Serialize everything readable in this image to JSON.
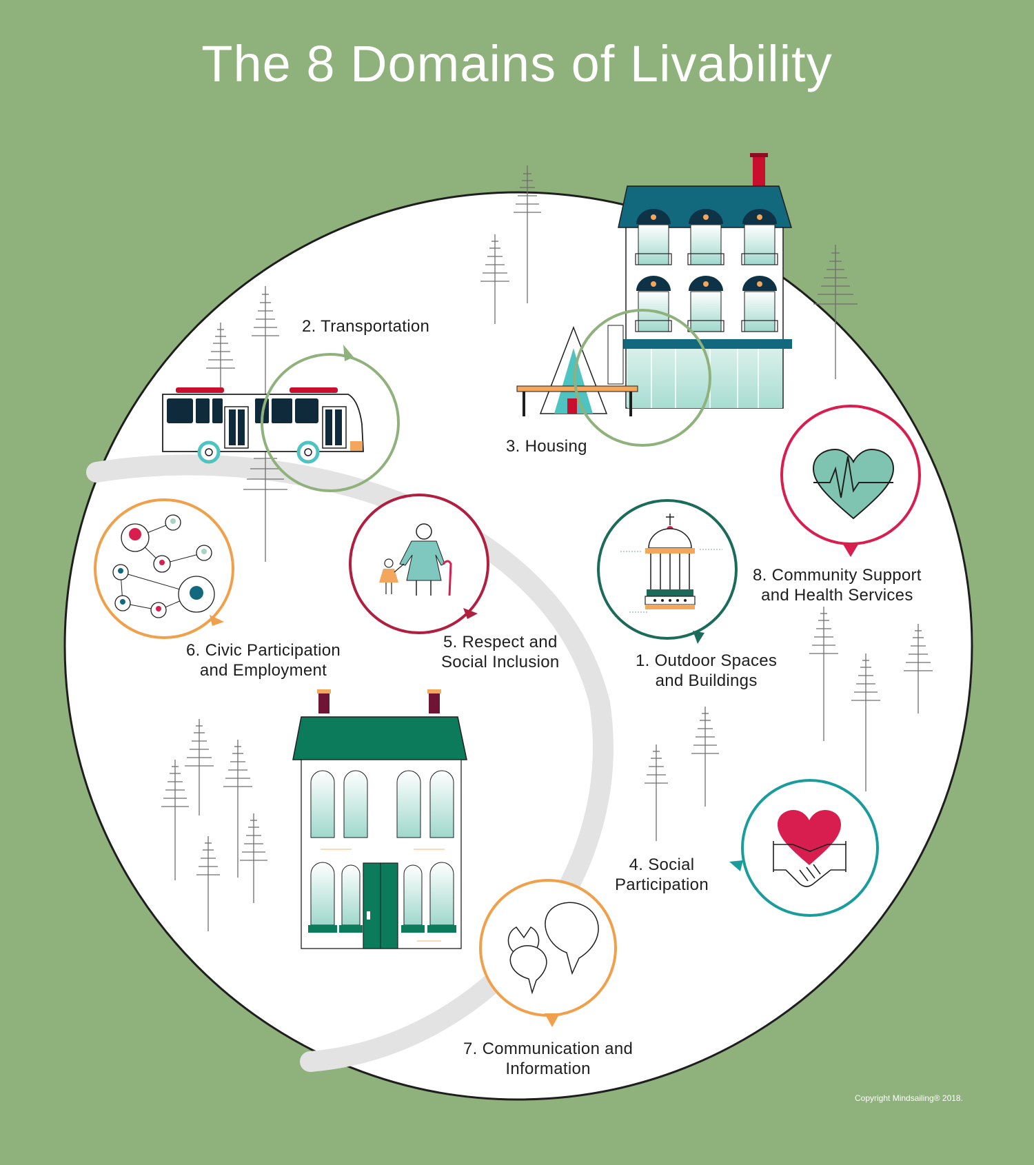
{
  "title": "The 8 Domains of Livability",
  "domains": [
    {
      "line1": "1. Outdoor Spaces",
      "line2": "and Buildings",
      "color": "#1b6b5b",
      "icon": "gazebo-icon"
    },
    {
      "line1": "2. Transportation",
      "line2": "",
      "color": "#8fb17b",
      "icon": "bus-icon"
    },
    {
      "line1": "3. Housing",
      "line2": "",
      "color": "#8fb17b",
      "icon": "apartment-building-icon"
    },
    {
      "line1": "4. Social",
      "line2": "Participation",
      "color": "#1a9c9c",
      "icon": "heart-handshake-icon"
    },
    {
      "line1": "5. Respect and",
      "line2": "Social Inclusion",
      "color": "#b01f3f",
      "icon": "grandparent-child-icon"
    },
    {
      "line1": "6. Civic Participation",
      "line2": "and Employment",
      "color": "#f0a04b",
      "icon": "network-people-icon"
    },
    {
      "line1": "7. Communication and",
      "line2": "Information",
      "color": "#f0a04b",
      "icon": "speech-bubbles-icon"
    },
    {
      "line1": "8. Community Support",
      "line2": "and Health Services",
      "color": "#d81e4f",
      "icon": "heart-pulse-icon"
    }
  ],
  "copyright": "Copyright Mindsailing® 2018.",
  "colors": {
    "background": "#8fb17b",
    "circle": "#ffffff",
    "path": "#e3e3e3",
    "teal_dark": "#12687c",
    "green_dark": "#0b7b5c",
    "maroon": "#6e1435",
    "mint": "#bfe6de"
  }
}
